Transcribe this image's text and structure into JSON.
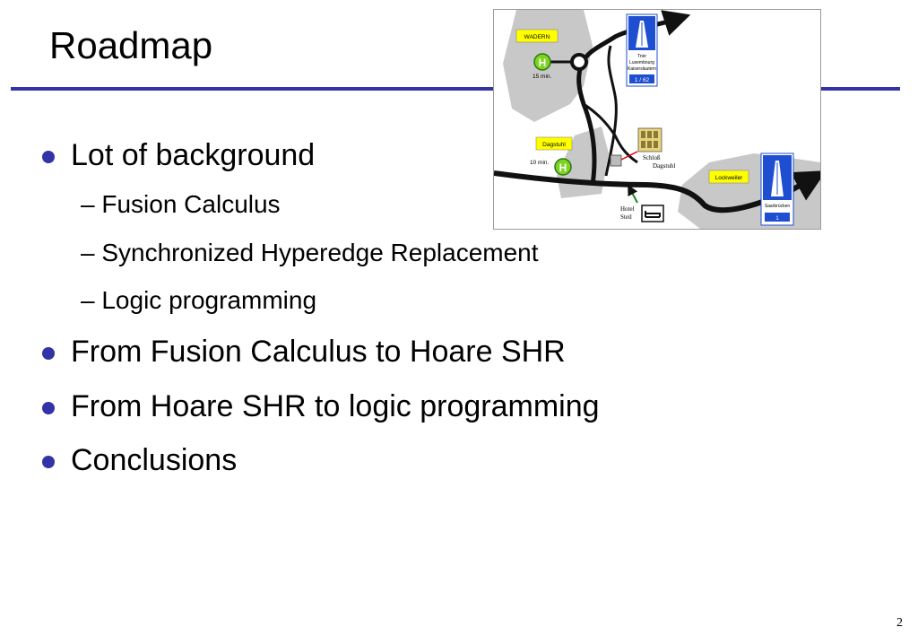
{
  "slide": {
    "title": "Roadmap",
    "page_number": "2",
    "bullets": [
      {
        "text": "Lot of background",
        "sub": [
          "Fusion Calculus",
          "Synchronized Hyperedge Replacement",
          "Logic programming"
        ]
      },
      {
        "text": "From Fusion Calculus to Hoare SHR",
        "sub": []
      },
      {
        "text": "From Hoare SHR to logic programming",
        "sub": []
      },
      {
        "text": "Conclusions",
        "sub": []
      }
    ],
    "sub_dash": "–"
  },
  "map": {
    "sign_wadern": "WADERN",
    "sign_dagstuhl": "Dagstuhl",
    "sign_lockweiler": "Lockweiler",
    "time_15": "15 min.",
    "time_10": "10 min.",
    "bus_stop": "H",
    "schloss_line1": "Schloß",
    "schloss_line2": "Dagstuhl",
    "hotel_line1": "Hotel",
    "hotel_line2": "Steil",
    "motorway_top_line1": "Trier",
    "motorway_top_line2": "Luxembourg",
    "motorway_top_line3": "Kaiserslautern",
    "motorway_top_number": "1 / 62",
    "motorway_right_line1": "Saarbrücken",
    "motorway_right_number": "1",
    "colors": {
      "sign_yellow": "#ffff00",
      "area_gray": "#c8c8c8",
      "bus_green": "#7ed321",
      "motorway_blue": "#1f4fd1",
      "rule_blue": "#3333a6"
    }
  }
}
